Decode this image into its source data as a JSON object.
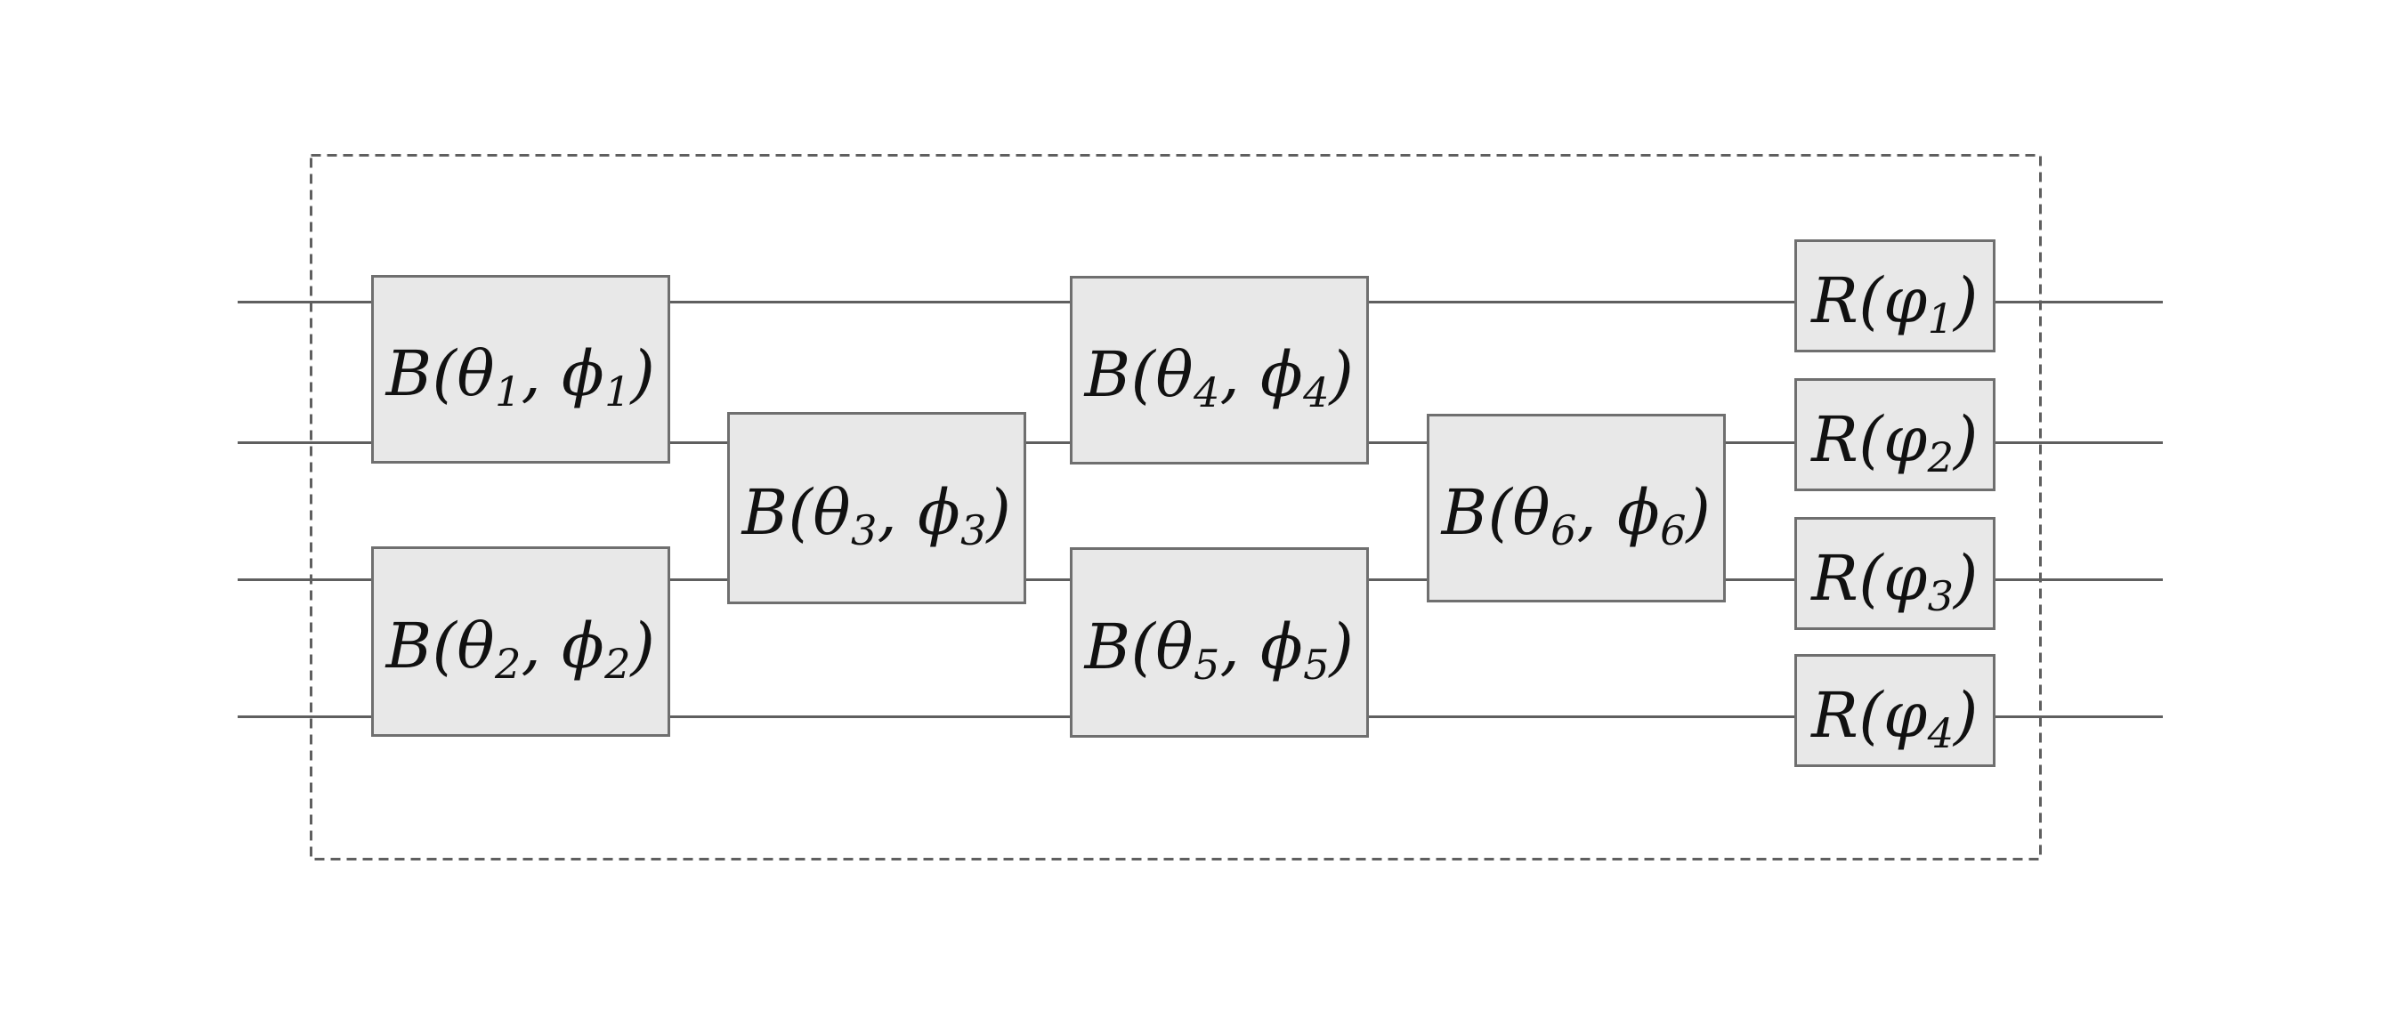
{
  "diagram": {
    "kind": "photonic-interferometer-circuit",
    "wire_count": 4,
    "colors": {
      "background": "#ffffff",
      "wire": "#5f5f5f",
      "gate_fill": "#e8e8e8",
      "gate_border": "#6f6f6f",
      "dashed_boundary": "#5f5f5f",
      "label_text": "#111111"
    },
    "gates": {
      "b": [
        {
          "id": "B1",
          "wires": "1-2",
          "parts": [
            "B(θ",
            "1",
            ", ϕ",
            "1",
            ")"
          ]
        },
        {
          "id": "B2",
          "wires": "3-4",
          "parts": [
            "B(θ",
            "2",
            ", ϕ",
            "2",
            ")"
          ]
        },
        {
          "id": "B3",
          "wires": "2-3",
          "parts": [
            "B(θ",
            "3",
            ", ϕ",
            "3",
            ")"
          ]
        },
        {
          "id": "B4",
          "wires": "1-2",
          "parts": [
            "B(θ",
            "4",
            ", ϕ",
            "4",
            ")"
          ]
        },
        {
          "id": "B5",
          "wires": "3-4",
          "parts": [
            "B(θ",
            "5",
            ", ϕ",
            "5",
            ")"
          ]
        },
        {
          "id": "B6",
          "wires": "2-3",
          "parts": [
            "B(θ",
            "6",
            ", ϕ",
            "6",
            ")"
          ]
        }
      ],
      "r": [
        {
          "id": "R1",
          "wire": "1",
          "parts": [
            "R(φ",
            "1",
            ")"
          ]
        },
        {
          "id": "R2",
          "wire": "2",
          "parts": [
            "R(φ",
            "2",
            ")"
          ]
        },
        {
          "id": "R3",
          "wire": "3",
          "parts": [
            "R(φ",
            "3",
            ")"
          ]
        },
        {
          "id": "R4",
          "wire": "4",
          "parts": [
            "R(φ",
            "4",
            ")"
          ]
        }
      ]
    }
  }
}
